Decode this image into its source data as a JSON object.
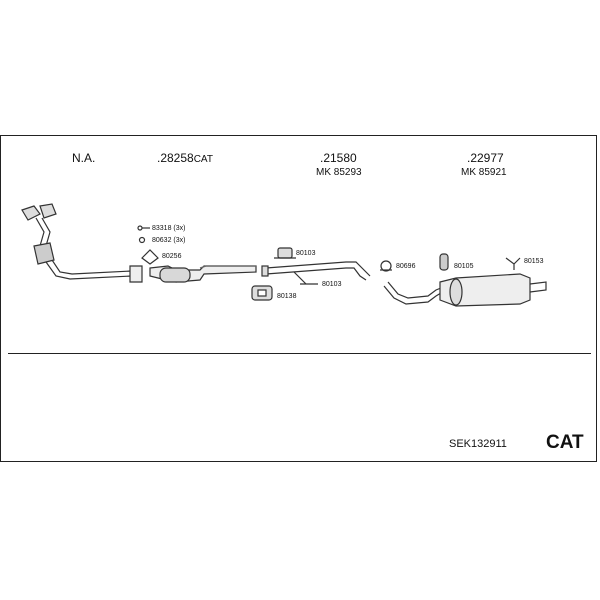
{
  "headers": [
    {
      "id": "na",
      "main": "N.A.",
      "suffix": "",
      "sub": ""
    },
    {
      "id": "cat",
      "main": ".28258",
      "suffix": "CAT",
      "sub": ""
    },
    {
      "id": "mid",
      "main": ".21580",
      "suffix": "",
      "sub": "MK 85293"
    },
    {
      "id": "rear",
      "main": ".22977",
      "suffix": "",
      "sub": "MK 85921"
    }
  ],
  "part_numbers": {
    "bolts": "83318 (3x)",
    "nuts": "80632 (3x)",
    "gasket": "80256",
    "hanger_top": "80103",
    "clamp": "80138",
    "hanger_bottom": "80103",
    "ring_clamp": "80696",
    "rubber_mount": "80105",
    "bracket": "80153"
  },
  "kit_code": "SEK132911",
  "kit_type": "CAT"
}
